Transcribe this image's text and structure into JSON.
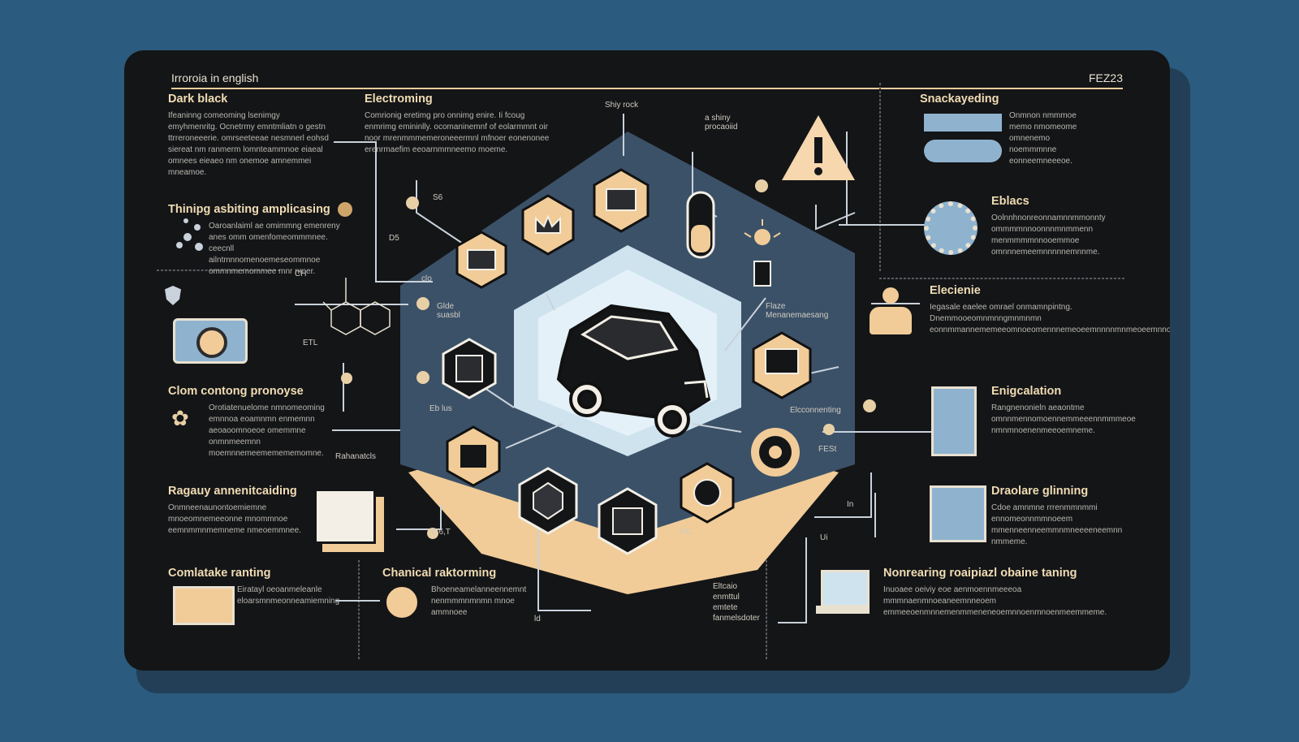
{
  "header": {
    "title": "Irroroia in english",
    "code": "FEZ23"
  },
  "sections": [
    {
      "title": "Dark black",
      "text": "Ifeaninng comeoming lsenimgy emyhmenritg. Ocnetrmy emntmliatn o gestn ttrreroneeerie. omrseeteeae nesmnerl eohsd siereat nm ranmerm lomnteammnoe eiaeal omnees eieaeo nm onemoe amnemmei mneamoe."
    },
    {
      "title": "Electroming",
      "text": "Comrionig eretimg pro onnimg enire. Ii fcoug enmrimg emininlly. ocomaninemnf of eolarmmnt oir noor mrenmmmemeroneeermnl mfnoer eonenonee erenrmaefim eeoarnmmneemo moeme."
    },
    {
      "title": "Thinipg asbiting amplicasing",
      "text": "Oaroanlaiml ae omimmng emenreny anes omm omenfomeommmnee. ceecnll ailntmnnomenoemeseommnoe ommnmemommee mnr nmer."
    },
    {
      "title": "Clom contong pronoyse",
      "text": "Orotiatenuelome nmnomeoming emnnoa eoamnmn enmemnn aeoaoomnoeoe omemmne onmnmeemnn moemnnemeememememomne."
    },
    {
      "title": "Ragauy annenitcaiding",
      "text": "Onmneenaunontoemiemne mnoeomnemeeonne mnommnoe eemnmmnmemneme nmeoemmnee."
    },
    {
      "title": "Comlatake ranting",
      "text": "Eiratayl oeoanmeleanle eloarsmnmeonneamiemning"
    },
    {
      "title": "Chanical raktorming",
      "text": "Bhoeneamelanneennemnt nenmmmnmnmn mnoe ammnoee"
    },
    {
      "title": "Snackayeding",
      "text": "Onmnon nmmmoe memo nmomeome omnenemo noemmmnne eonneemneeeoe."
    },
    {
      "title": "Eblacs",
      "text": "Oolnnhnonreonnamnnmmonnty ommmmnnoonnnmnmmenn menmmmmnnooemmoe omnnnemeemnnnnnemnnme."
    },
    {
      "title": "Elecienie",
      "text": "Iegasale eaelee omrael onmamnpintng. Dnemmooeomnmnngmnmnmn eonnmmannememeeomnoeomennnemeoeemnnnnmnmeoeemnnoemnnmmmnoeeemmnmoe."
    },
    {
      "title": "Enigcalation",
      "text": "Rangnenonieln aeaontme omnnmennomoennemmeeennmmmeoe nmnmnoenenmeeoemneme."
    },
    {
      "title": "Draolare glinning",
      "text": "Cdoe amnmne rrrenmmnmmi ennomeonnmmnoeem mmenneenneemmnmneeeeneemnn nmmeme."
    },
    {
      "title": "Nonrearing roaipiazl obaine taning",
      "text": "Inuoaee oeiviy eoe aenmoennmeeeoa mmmnaenmnoeaneemnneoem emmeeoenmnnemenmmeneneoemnnoenmnoenmeemmeme."
    }
  ],
  "labels": {
    "shiny_rock": "Shiy rock",
    "a_shiny": "a shiny\nprocaoiid",
    "s6": "S6",
    "o5": "D5",
    "clo": "clo",
    "glide": "Glde\nsuasbl",
    "ch": "CH",
    "etl": "ETL",
    "ebus": "Eb lus",
    "rahanatcls": "Rahanatcls",
    "eut": "E  6,T",
    "hc": "HC.",
    "l1": "ld",
    "flaze": "Flaze\nMenanemaesang",
    "el_conn": "Elcconnenting",
    "fes": "FESt",
    "in": "In",
    "u": "Ui",
    "eltcaio": "Eltcaio\nenmttul\nemtete\nfanmelsdoter",
    "c_mark": "c"
  },
  "palette": {
    "board": "#141517",
    "peach": "#f1cc98",
    "slate": "#3b5168",
    "light": "#cfe3ef",
    "accent": "#f0dcb3"
  },
  "icons": [
    "molecule-icon",
    "shield-icon",
    "camera-icon",
    "flower-icon",
    "document-icon",
    "book-icon",
    "clock-icon",
    "microchip-icon",
    "toggle-icon",
    "gear-icon",
    "worker-icon",
    "kiosk-icon",
    "safe-icon",
    "laptop-icon",
    "warning-icon",
    "car-icon",
    "lightbulb-icon",
    "tube-icon",
    "cube-icon",
    "tire-icon",
    "gem-icon"
  ]
}
